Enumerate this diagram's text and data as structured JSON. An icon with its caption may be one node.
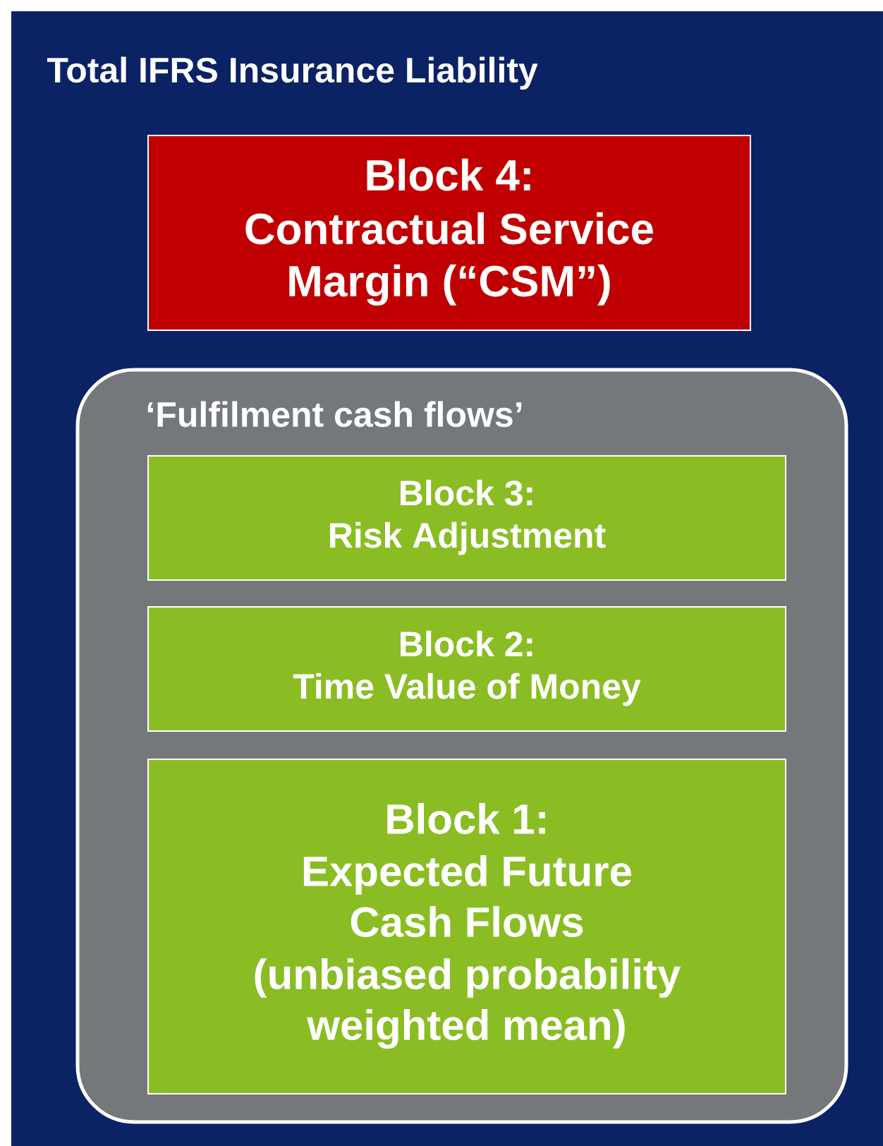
{
  "diagram": {
    "nodes": [
      {
        "text": [
          "Total IFRS Insurance Liability"
        ]
      },
      {
        "text": [
          "Block 4:",
          "Contractual Service Margin (“CSM”)"
        ],
        "in": 0
      },
      {
        "text": [
          "‘Fulfilment cash flows’"
        ],
        "in": 0
      },
      {
        "text": [
          "Block 3:",
          "Risk Adjustment"
        ],
        "in": 2
      },
      {
        "text": [
          "Block 2:",
          "Time Value of Money"
        ],
        "in": 2
      },
      {
        "text": [
          "Block 1:",
          "Expected Future Cash Flows",
          "(unbiased probability weighted mean)"
        ],
        "in": 2
      }
    ]
  }
}
